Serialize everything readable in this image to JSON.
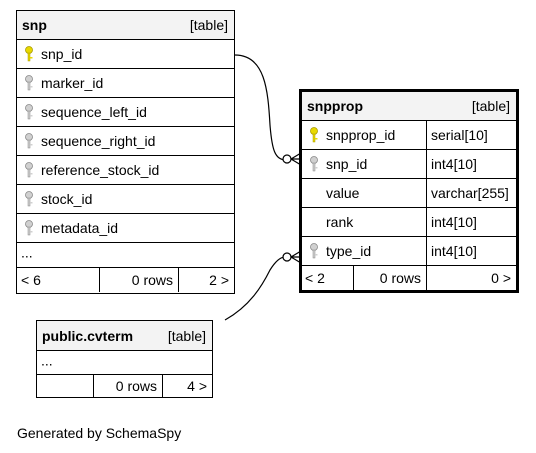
{
  "tables": {
    "snp": {
      "name": "snp",
      "kind": "[table]",
      "columns": [
        {
          "name": "snp_id",
          "key": "primary"
        },
        {
          "name": "marker_id",
          "key": "foreign"
        },
        {
          "name": "sequence_left_id",
          "key": "foreign"
        },
        {
          "name": "sequence_right_id",
          "key": "foreign"
        },
        {
          "name": "reference_stock_id",
          "key": "foreign"
        },
        {
          "name": "stock_id",
          "key": "foreign"
        },
        {
          "name": "metadata_id",
          "key": "foreign"
        }
      ],
      "more": "...",
      "footer": {
        "left": "< 6",
        "rows": "0 rows",
        "right": "2 >"
      }
    },
    "snpprop": {
      "name": "snpprop",
      "kind": "[table]",
      "columns": [
        {
          "name": "snpprop_id",
          "type": "serial[10]",
          "key": "primary"
        },
        {
          "name": "snp_id",
          "type": "int4[10]",
          "key": "foreign"
        },
        {
          "name": "value",
          "type": "varchar[255]",
          "key": "none"
        },
        {
          "name": "rank",
          "type": "int4[10]",
          "key": "none"
        },
        {
          "name": "type_id",
          "type": "int4[10]",
          "key": "foreign"
        }
      ],
      "footer": {
        "left": "< 2",
        "rows": "0 rows",
        "right": "0 >"
      }
    },
    "cvterm": {
      "name": "public.cvterm",
      "kind": "[table]",
      "more": "...",
      "footer": {
        "left": "",
        "rows": "0 rows",
        "right": "4 >"
      }
    }
  },
  "colors": {
    "header_bg": "#f3f3f3",
    "primary_key": "#e8d800",
    "foreign_key": "#b8b8b8",
    "line": "#000000"
  },
  "credit": "Generated by SchemaSpy"
}
